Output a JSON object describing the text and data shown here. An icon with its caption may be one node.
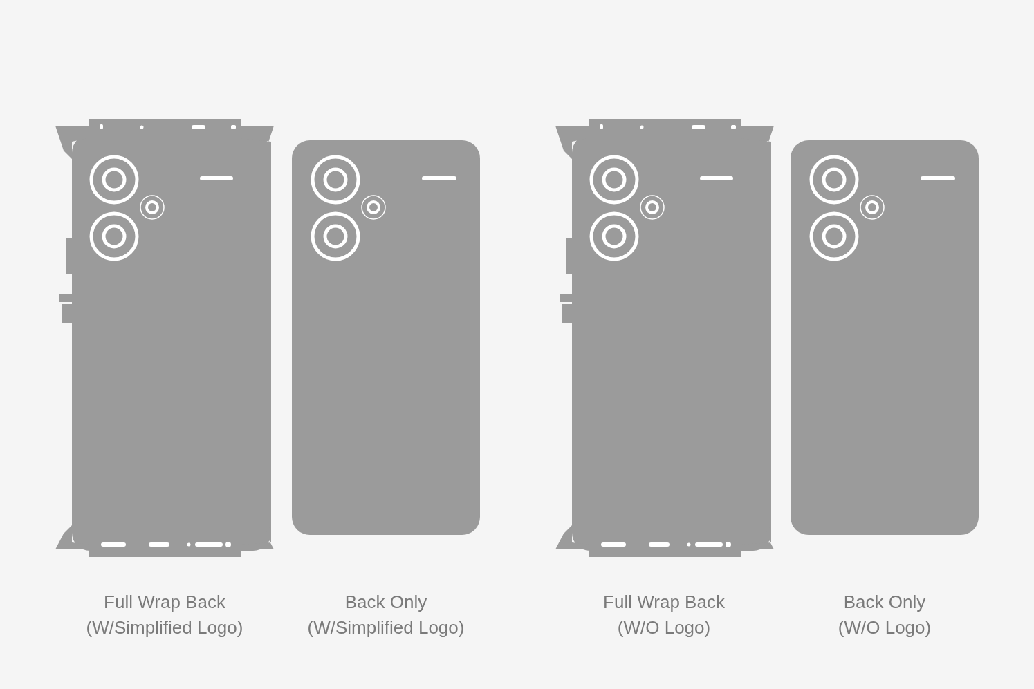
{
  "diagram": {
    "labels": [
      "Full Wrap Back (W/Simplified Logo)",
      "Back Only (W/Simplified Logo)",
      "Full Wrap Back (W/O Logo)",
      "Back Only (W/O Logo)"
    ]
  }
}
